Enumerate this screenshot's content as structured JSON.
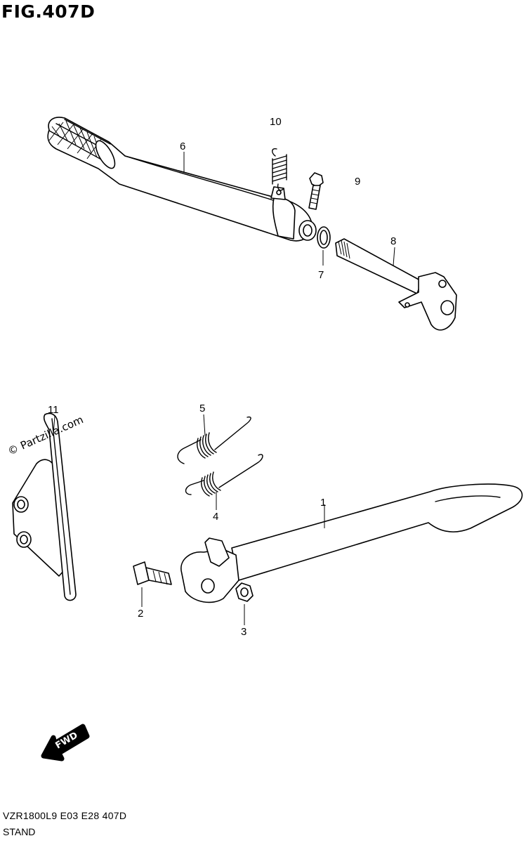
{
  "figure": {
    "title": "FIG.407D"
  },
  "watermark": {
    "text": "© Partzilla.com"
  },
  "callouts": [
    {
      "id": "1",
      "label": "1"
    },
    {
      "id": "2",
      "label": "2"
    },
    {
      "id": "3",
      "label": "3"
    },
    {
      "id": "4",
      "label": "4"
    },
    {
      "id": "5",
      "label": "5"
    },
    {
      "id": "6",
      "label": "6"
    },
    {
      "id": "7",
      "label": "7"
    },
    {
      "id": "8",
      "label": "8"
    },
    {
      "id": "9",
      "label": "9"
    },
    {
      "id": "10",
      "label": "10"
    },
    {
      "id": "11",
      "label": "11"
    }
  ],
  "direction_badge": {
    "label": "FWD"
  },
  "footer": {
    "code": "VZR1800L9  E03  E28  407D",
    "name": "STAND"
  }
}
